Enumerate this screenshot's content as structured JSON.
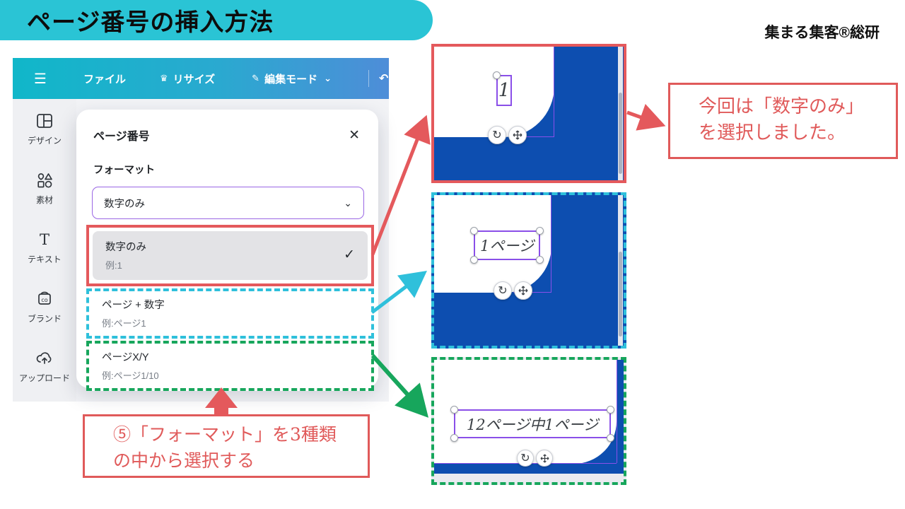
{
  "page": {
    "title": "ページ番号の挿入方法",
    "brand": "集まる集客®総研"
  },
  "colors": {
    "banner_cyan": "#2ac4d5",
    "toolbar_gradient_start": "#10b7c9",
    "toolbar_gradient_end": "#4e8dd8",
    "canva_blue": "#0d4eb0",
    "annotation_red": "#e4595c",
    "option_cyan_dashed": "#2fc0db",
    "option_green_dashed": "#17a65c",
    "selection_purple": "#8a4fe8"
  },
  "glyphs": {
    "hamburger": "☰",
    "crown": "♛",
    "pencil": "✎",
    "chevron_down": "⌄",
    "undo": "↶",
    "close": "✕",
    "check": "✓",
    "rotate": "↻"
  },
  "canva": {
    "toolbar": {
      "items": [
        "ファイル",
        "リサイズ",
        "編集モード"
      ]
    },
    "sidebar": {
      "items": [
        {
          "icon": "design-icon",
          "label": "デザイン"
        },
        {
          "icon": "elements-icon",
          "label": "素材"
        },
        {
          "icon": "text-icon",
          "label": "テキスト"
        },
        {
          "icon": "brand-icon",
          "label": "ブランド"
        },
        {
          "icon": "upload-icon",
          "label": "アップロード"
        }
      ]
    },
    "panel": {
      "title": "ページ番号",
      "format_label": "フォーマット",
      "select_value": "数字のみ",
      "options": [
        {
          "label": "数字のみ",
          "example": "例:1",
          "selected": true
        },
        {
          "label": "ページ + 数字",
          "example": "例:ページ1",
          "selected": false
        },
        {
          "label": "ページX/Y",
          "example": "例:ページ1/10",
          "selected": false
        }
      ]
    }
  },
  "previews": [
    {
      "page_number_text": "1"
    },
    {
      "page_number_text": "1ページ"
    },
    {
      "page_number_text": "12ページ中1ページ"
    }
  ],
  "annotations": {
    "selected_note": {
      "line1": "今回は「数字のみ」",
      "line2": "を選択しました。"
    },
    "step_note": {
      "line1": "⑤「フォーマット」を3種類",
      "line2": "の中から選択する"
    }
  }
}
